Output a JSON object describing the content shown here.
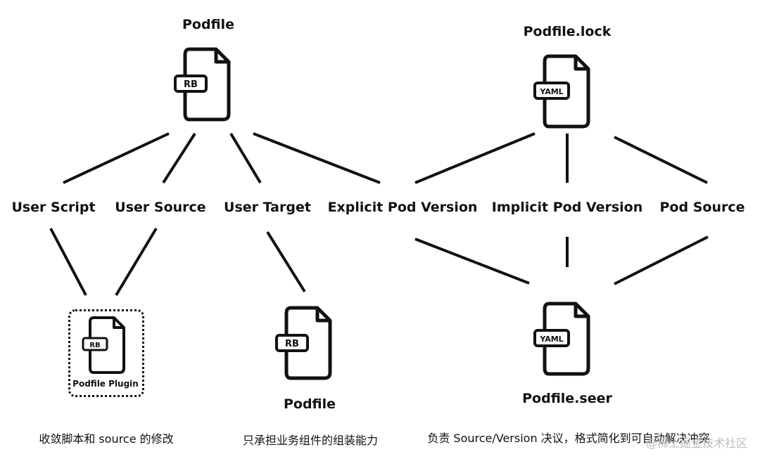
{
  "diagram": {
    "files": {
      "podfile_top": {
        "title": "Podfile",
        "badge": "RB"
      },
      "podfile_lock": {
        "title": "Podfile.lock",
        "badge": "YAML"
      },
      "podfile_plugin": {
        "title": "Podfile Plugin",
        "badge": "RB"
      },
      "podfile_bottom": {
        "title": "Podfile",
        "badge": "RB"
      },
      "podfile_seer": {
        "title": "Podfile.seer",
        "badge": "YAML"
      }
    },
    "nodes": {
      "user_script": "User Script",
      "user_source": "User Source",
      "user_target": "User Target",
      "explicit_pod_version": "Explicit Pod Version",
      "implicit_pod_version": "Implicit Pod Version",
      "pod_source": "Pod Source"
    },
    "captions": {
      "plugin": "收敛脚本和 source 的修改",
      "podfile": "只承担业务组件的组装能力",
      "seer": "负责 Source/Version 决议，格式简化到可自动解决冲突"
    },
    "watermark": "@稀土掘金技术社区"
  }
}
